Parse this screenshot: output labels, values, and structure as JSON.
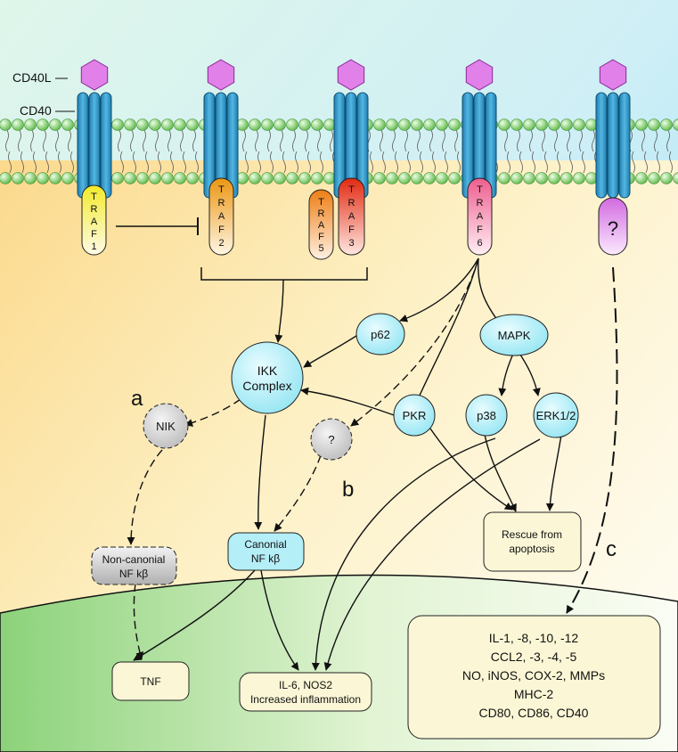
{
  "receptor_labels": {
    "ligand": "CD40L",
    "receptor": "CD40"
  },
  "adaptors": {
    "traf1": [
      "T",
      "R",
      "A",
      "F",
      "1"
    ],
    "traf2": [
      "T",
      "R",
      "A",
      "F",
      "2"
    ],
    "traf3": [
      "T",
      "R",
      "A",
      "F",
      "3"
    ],
    "traf5": [
      "T",
      "R",
      "A",
      "F",
      "5"
    ],
    "traf6": [
      "T",
      "R",
      "A",
      "F",
      "6"
    ],
    "unknown": "?"
  },
  "nodes": {
    "p62": "p62",
    "mapk": "MAPK",
    "ikk": [
      "IKK",
      "Complex"
    ],
    "nik": "NIK",
    "unknown_node": "?",
    "pkr": "PKR",
    "p38": "p38",
    "erk": "ERK1/2"
  },
  "boxes": {
    "rescue": [
      "Rescue from",
      "apoptosis"
    ],
    "noncanonical": [
      "Non-canonial",
      "NF kβ"
    ],
    "canonical": [
      "Canonial",
      "NF kβ"
    ],
    "tnf": "TNF",
    "il6": [
      "IL-6, NOS2",
      "Increased inflammation"
    ],
    "cytokines": [
      "IL-1, -8, -10, -12",
      "CCL2, -3, -4, -5",
      "NO, iNOS, COX-2, MMPs",
      "MHC-2",
      "CD80, CD86, CD40"
    ]
  },
  "pathway_labels": {
    "a": "a",
    "b": "b",
    "c": "c"
  },
  "colors": {
    "ligand": "#e080e8",
    "receptor": "#2f98c8",
    "membrane_bead": "#8fd07a",
    "node_cyan": "#b4eef6",
    "node_grey": "#d6d6d6",
    "box_cream": "#fbf7d6",
    "traf1": "#f2ea2a",
    "traf2": "#f0a21a",
    "traf3": "#e8321a",
    "traf5": "#f0861a",
    "traf6": "#f07098",
    "unknown_adaptor": "#d870e4"
  }
}
